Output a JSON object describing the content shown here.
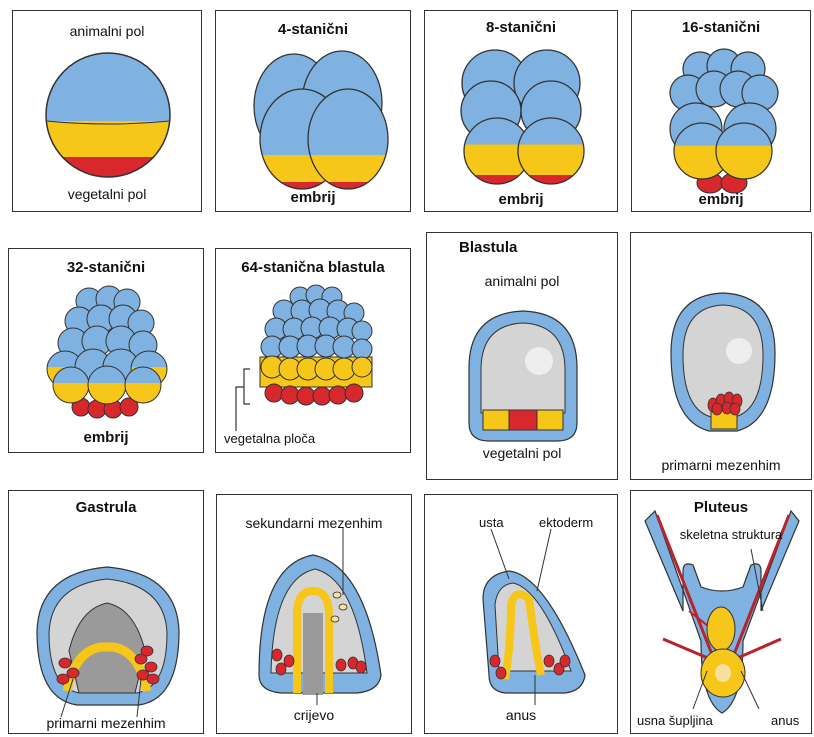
{
  "colors": {
    "blue": "#7fb2e0",
    "yellow": "#f6c618",
    "red": "#d8282e",
    "grey": "#d4d4d4",
    "darkgrey": "#9a9a9a",
    "outline": "#333333"
  },
  "panels": {
    "p1": {
      "top": "animalni pol",
      "bottom": "vegetalni pol"
    },
    "p2": {
      "title": "4-stanični",
      "bottom": "embrij"
    },
    "p3": {
      "title": "8-stanični",
      "bottom": "embrij"
    },
    "p4": {
      "title": "16-stanični",
      "bottom": "embrij"
    },
    "p5": {
      "title": "32-stanični",
      "bottom": "embrij"
    },
    "p6": {
      "title": "64-stanična blastula",
      "bottom": "vegetalna ploča"
    },
    "p7": {
      "title": "Blastula",
      "top": "animalni pol",
      "bottom": "vegetalni pol"
    },
    "p8": {
      "bottom": "primarni mezenhim"
    },
    "p9": {
      "title": "Gastrula",
      "bottom": "primarni mezenhim"
    },
    "p10": {
      "top": "sekundarni mezenhim",
      "bottom": "crijevo"
    },
    "p11": {
      "left": "usta",
      "right": "ektoderm",
      "bottom": "anus"
    },
    "p12": {
      "title": "Pluteus",
      "skeleton": "skeletna struktura",
      "left": "usna šupljina",
      "right": "anus"
    }
  }
}
